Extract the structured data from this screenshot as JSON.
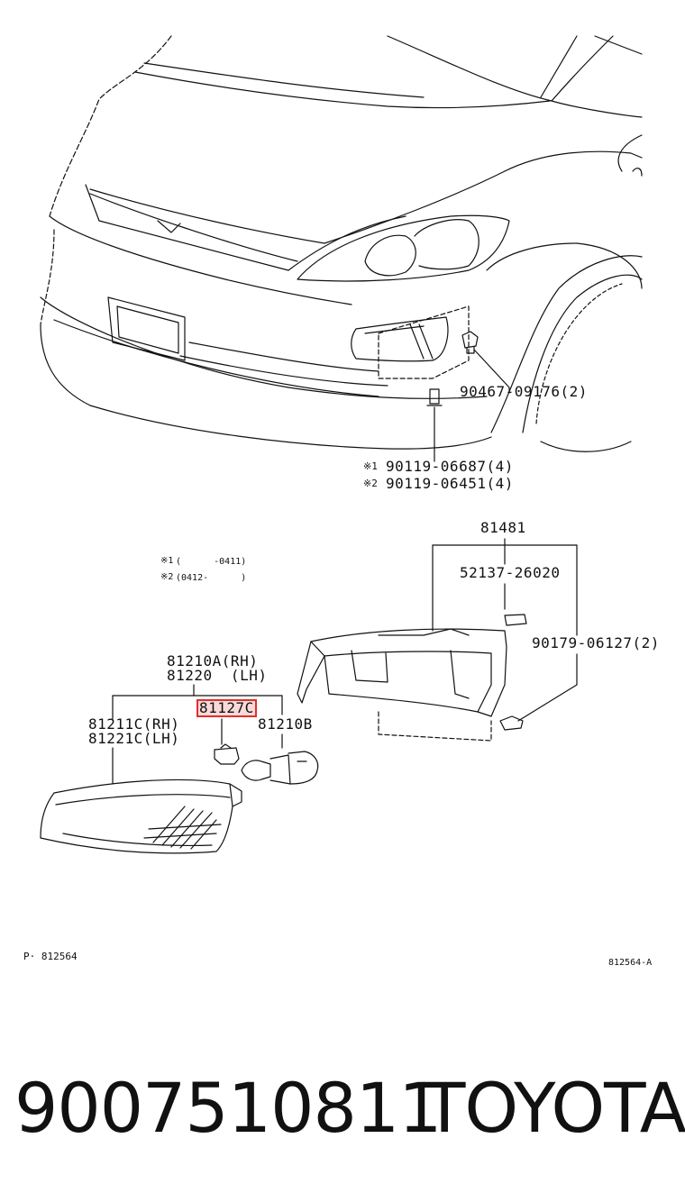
{
  "callouts": {
    "clip_top": "90467-09176(2)",
    "bolt_1": "90119-06687(4)",
    "bolt_2": "90119-06451(4)",
    "bolt_mark_1": "※1",
    "bolt_mark_2": "※2",
    "housing": "81481",
    "nut": "52137-26020",
    "clip_side": "90179-06127(2)",
    "lamp_assy_rh": "81210A(RH)",
    "lamp_assy_lh": "81220  (LH)",
    "socket": "81127C",
    "lens_rh": "81211C(RH)",
    "lens_lh": "81221C(LH)",
    "bulb": "81210B"
  },
  "notes": {
    "note1_mark": "※1",
    "note1_range": "(      -0411)",
    "note2_mark": "※2",
    "note2_range": "(0412-      )"
  },
  "refs": {
    "page_ref": "P· 812564",
    "fig_ref": "812564-A"
  },
  "footer": {
    "part_number": "9007510811",
    "brand": "TOYOTA"
  },
  "colors": {
    "line": "#111111",
    "highlight": "#e0302a"
  }
}
